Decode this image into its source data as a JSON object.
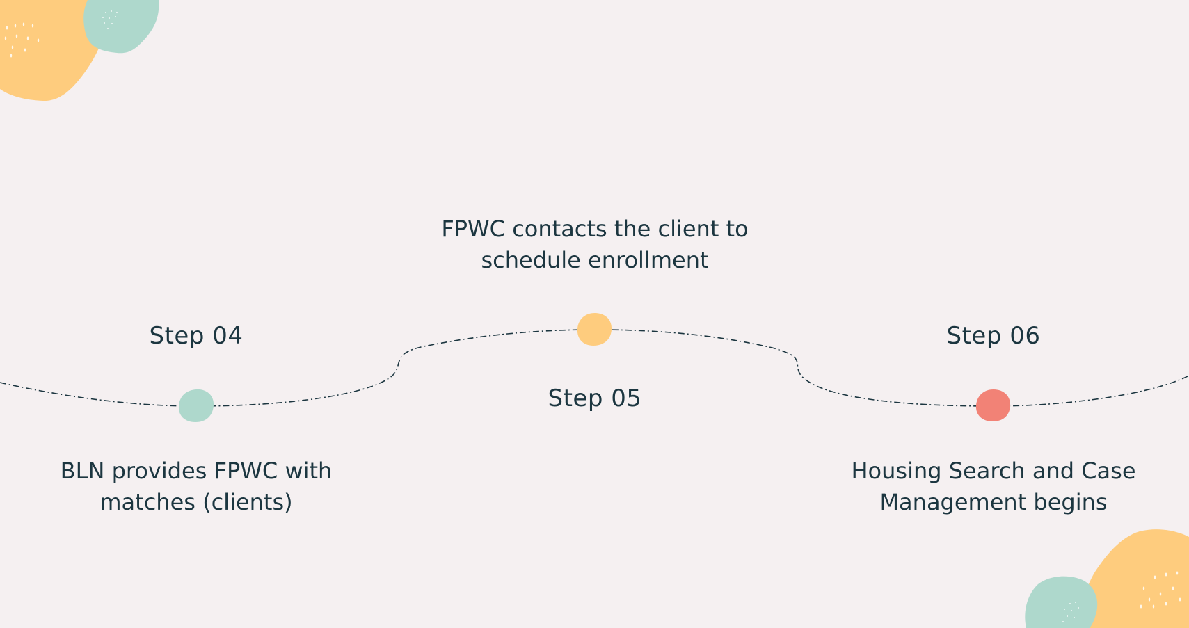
{
  "colors": {
    "background": "#f5f0f1",
    "text": "#1c3640",
    "teal": "#aed8cc",
    "yellow": "#fecc7e",
    "coral": "#f28276",
    "line": "#1c3640"
  },
  "steps": [
    {
      "label": "Step 04",
      "description": [
        "BLN provides FPWC with",
        "matches (clients)"
      ],
      "marker_color": "teal"
    },
    {
      "label": "Step 05",
      "description": [
        "FPWC contacts the client to",
        "schedule enrollment"
      ],
      "marker_color": "yellow"
    },
    {
      "label": "Step 06",
      "description": [
        "Housing Search and Case",
        "Management begins"
      ],
      "marker_color": "coral"
    }
  ]
}
